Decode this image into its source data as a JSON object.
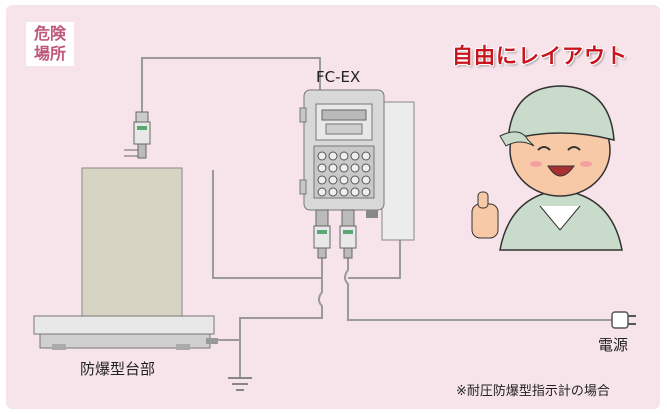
{
  "hazard_area": {
    "line1": "危険",
    "line2": "場所"
  },
  "headline": "自由にレイアウト",
  "indicator": {
    "model": "FC-EX"
  },
  "platform": {
    "label": "防爆型台部"
  },
  "power": {
    "label": "電源"
  },
  "footnote": "※耐圧防爆型指示計の場合",
  "colors": {
    "panel": "#f7e4ea",
    "headline": "#c8141e",
    "hazard_text": "#c0587a",
    "cable": "#9a9a9a",
    "housing": "#d8d8d8",
    "cap_green": "#58a870"
  }
}
